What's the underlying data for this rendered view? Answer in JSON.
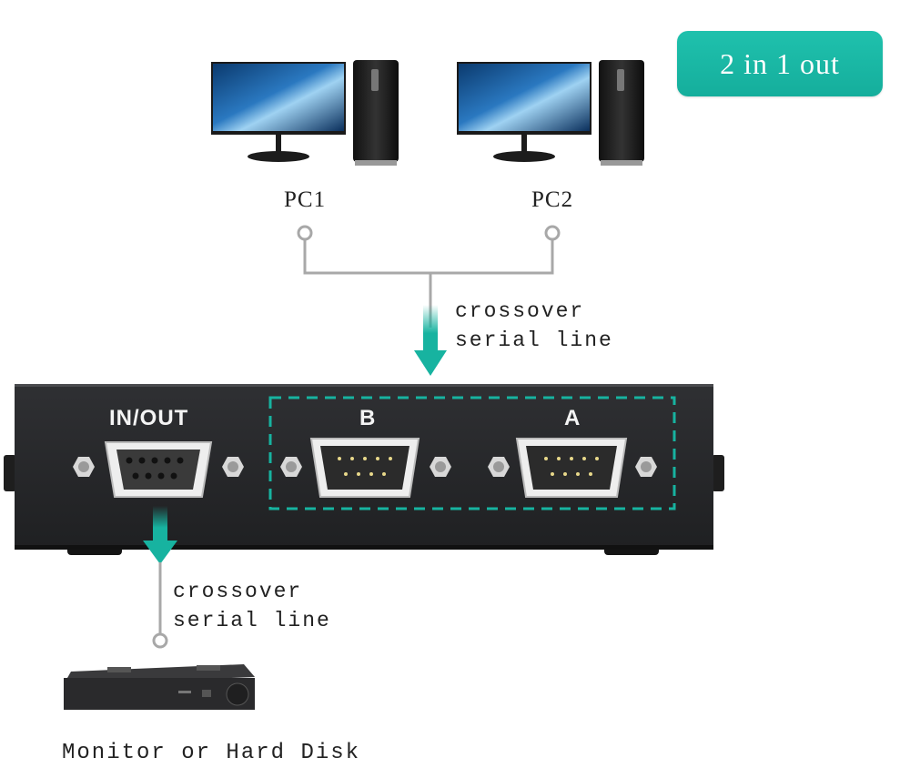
{
  "badge": {
    "label": "2 in 1 out"
  },
  "computers": [
    {
      "label": "PC1"
    },
    {
      "label": "PC2"
    }
  ],
  "cables": {
    "input_label_line1": "crossover",
    "input_label_line2": "serial line",
    "output_label_line1": "crossover",
    "output_label_line2": "serial line"
  },
  "switch": {
    "ports": [
      {
        "label": "IN/OUT",
        "type": "female DB9"
      },
      {
        "label": "B",
        "type": "male DB9"
      },
      {
        "label": "A",
        "type": "male DB9"
      }
    ]
  },
  "output_device": {
    "label": "Monitor or Hard Disk"
  },
  "colors": {
    "accent": "#17b3a0",
    "device": "#2a2b2d",
    "line": "#a8a8a8"
  }
}
